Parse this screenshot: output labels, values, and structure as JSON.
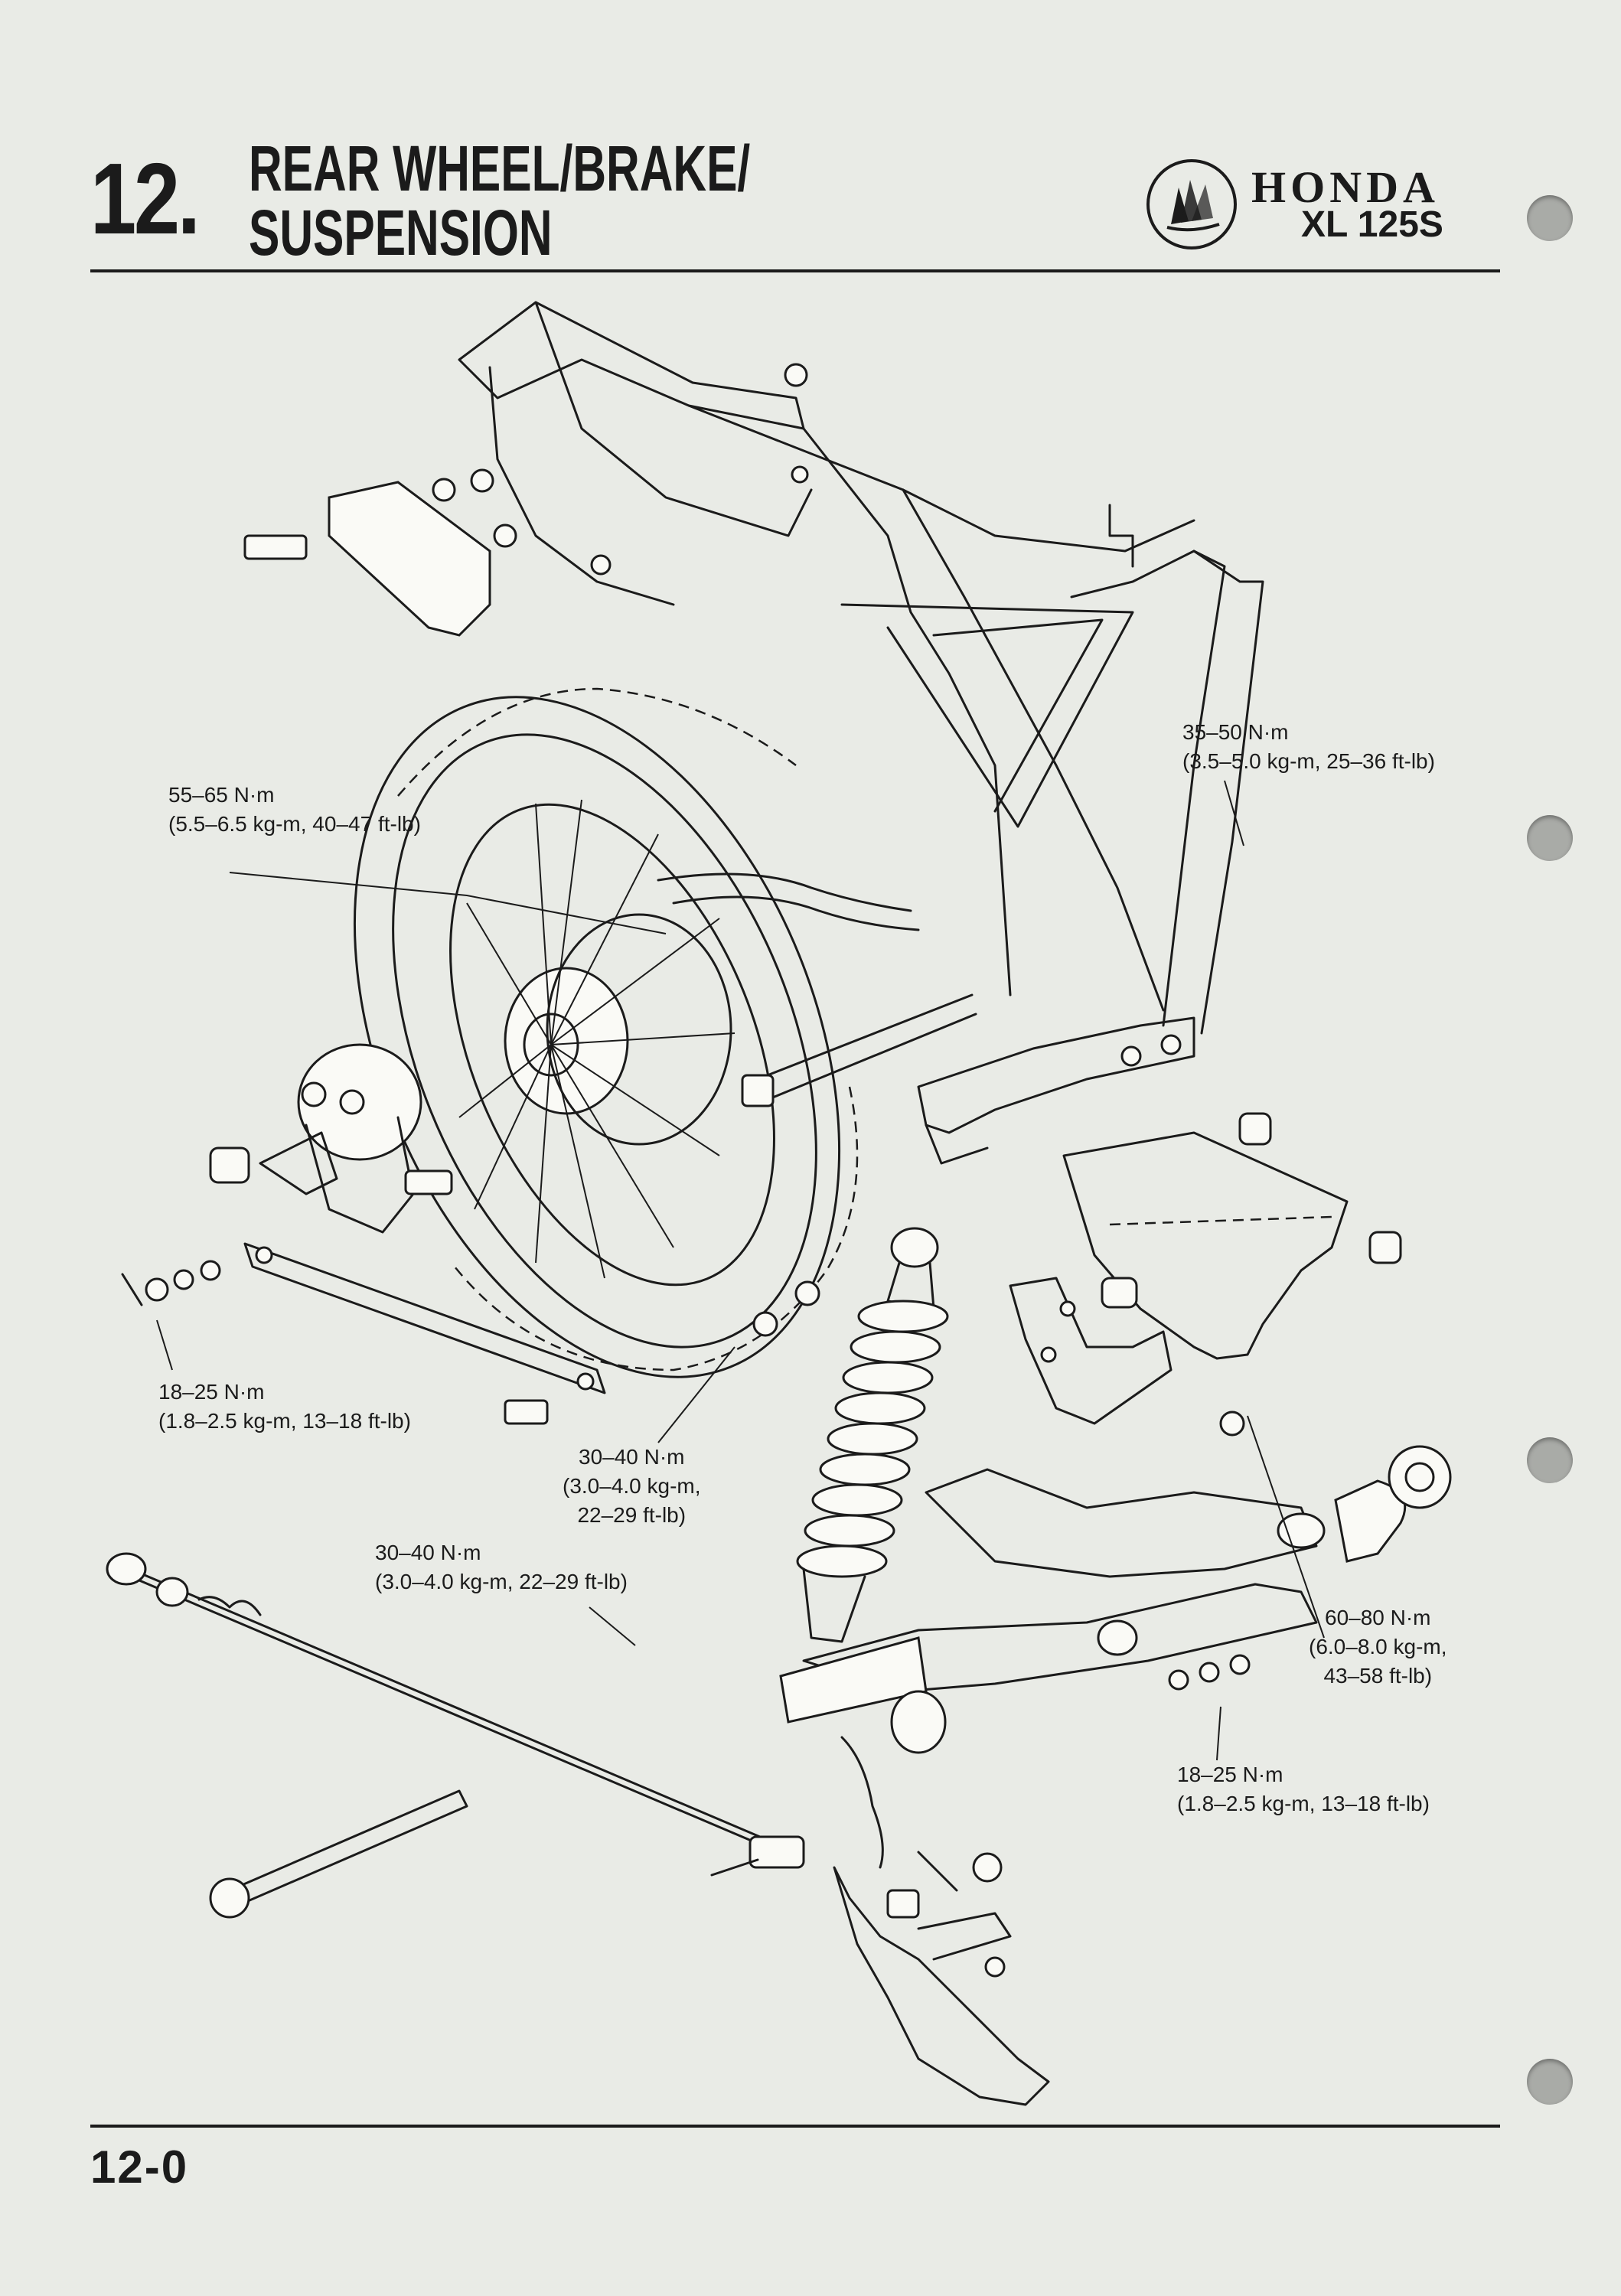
{
  "header": {
    "chapter_number": "12.",
    "title_line1": "REAR WHEEL/BRAKE/",
    "title_line2": "SUSPENSION",
    "brand": "HONDA",
    "model": "XL 125S"
  },
  "logo": {
    "icon": "honda-wing-icon"
  },
  "torque_specs": [
    {
      "line1": "35–50 N·m",
      "line2": "(3.5–5.0 kg-m, 25–36 ft-lb)"
    },
    {
      "line1": "55–65 N·m",
      "line2": "(5.5–6.5 kg-m, 40–47 ft-lb)"
    },
    {
      "line1": "18–25 N·m",
      "line2": "(1.8–2.5 kg-m, 13–18 ft-lb)"
    },
    {
      "line1": "30–40 N·m",
      "line2": "(3.0–4.0 kg-m,",
      "line3": "22–29 ft-lb)"
    },
    {
      "line1": "30–40 N·m",
      "line2": "(3.0–4.0 kg-m, 22–29 ft-lb)"
    },
    {
      "line1": "60–80 N·m",
      "line2": "(6.0–8.0 kg-m,",
      "line3": "43–58 ft-lb)"
    },
    {
      "line1": "18–25 N·m",
      "line2": "(1.8–2.5 kg-m, 13–18 ft-lb)"
    }
  ],
  "footer": {
    "page_number": "12-0"
  }
}
